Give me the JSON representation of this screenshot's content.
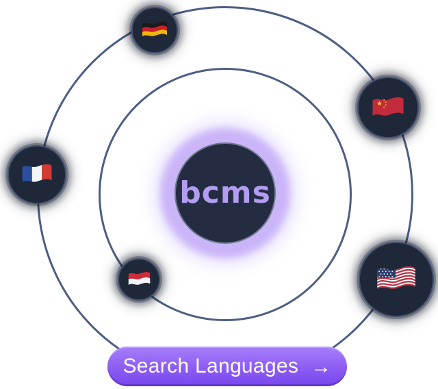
{
  "center": {
    "logo_text": "bcms"
  },
  "cta": {
    "label": "Search Languages",
    "arrow_icon": "→"
  },
  "flags": [
    {
      "id": "germany",
      "name": "German flag",
      "type": "h-stripes",
      "colors": [
        "#1b1b1b",
        "#c8202c",
        "#f2b70c"
      ]
    },
    {
      "id": "china",
      "name": "Chinese flag",
      "type": "star-field",
      "field": "#c12b3b",
      "star_color": "#f6d21b"
    },
    {
      "id": "france",
      "name": "French flag",
      "type": "v-stripes",
      "colors": [
        "#2b4f9e",
        "#f4f6f8",
        "#d23a32"
      ]
    },
    {
      "id": "indonesia",
      "name": "Indonesian flag",
      "type": "h-stripes",
      "colors": [
        "#cd2d3a",
        "#f1f3f6"
      ]
    },
    {
      "id": "usa",
      "name": "United States flag",
      "type": "stars-stripes",
      "stripe_colors": [
        "#bb3040",
        "#f4f6f8"
      ],
      "canton_color": "#2e3f6d",
      "dot_color": "#ffffff"
    }
  ],
  "colors": {
    "background": "#ffffff",
    "orbit_line": "#4d5e82",
    "node_navy": "#1f2839",
    "node_border": "#41506f",
    "badge_navy": "#232c41",
    "glow_lavender": "#c9b5f7",
    "logo_purple": "#b29df2",
    "button_purple_top": "#a67ff9",
    "button_purple_bottom": "#7747ee",
    "button_text": "#ffffff"
  }
}
